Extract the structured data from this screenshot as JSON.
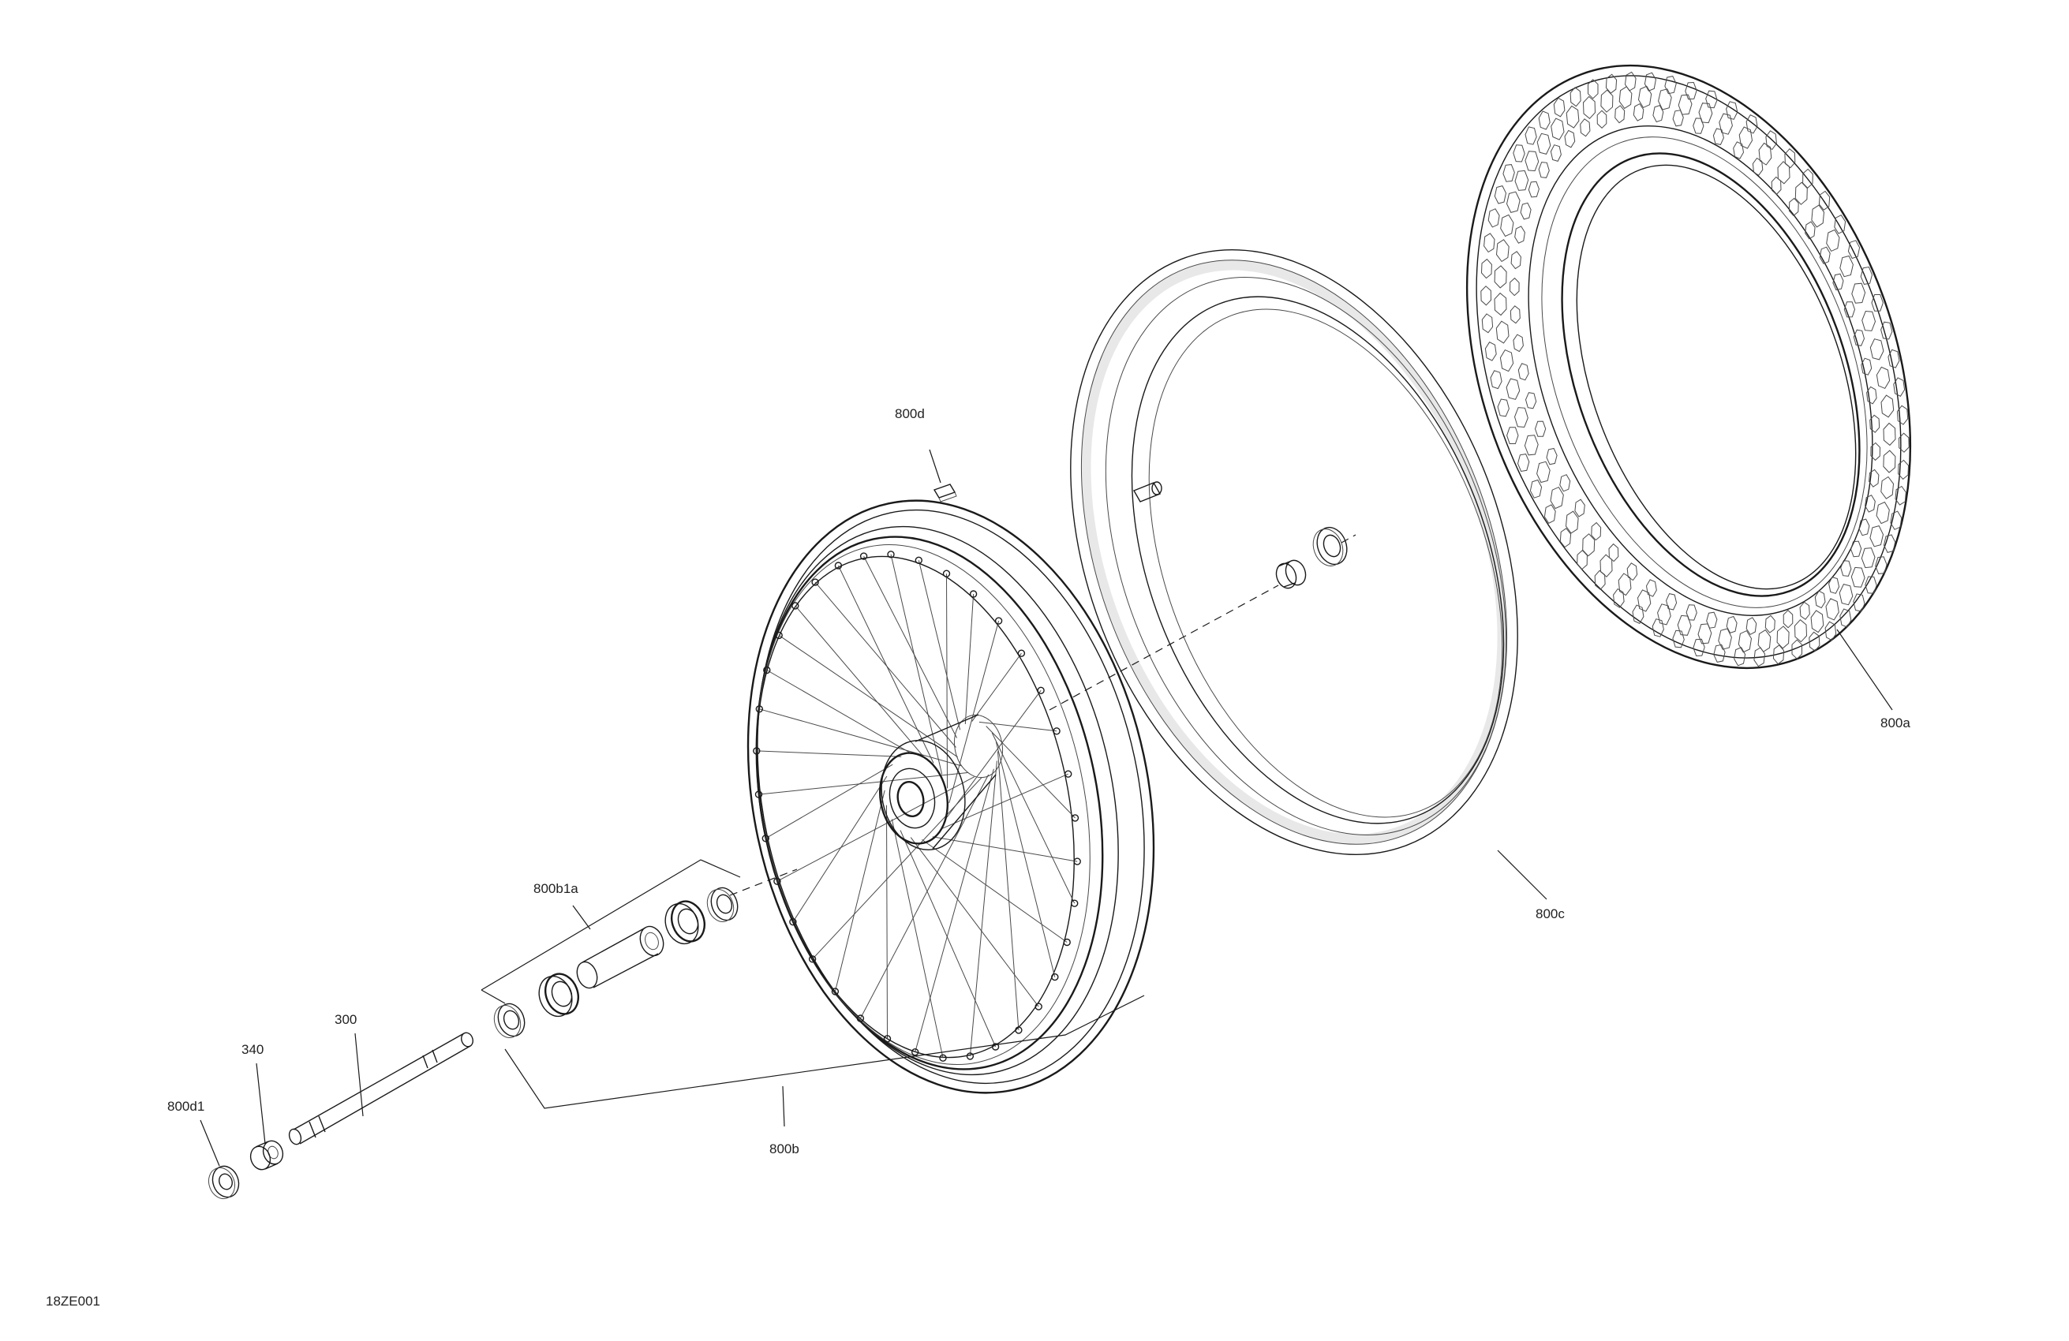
{
  "figure_code": "18ZE001",
  "callouts": {
    "tire": "800a",
    "wheel_assembly": "800b",
    "spacer_kit": "800b1a",
    "inner_tube": "800c",
    "valve_cap": "800d",
    "washer": "800d1",
    "axle": "300",
    "bushing": "340"
  },
  "colors": {
    "line": "#1a1a1a",
    "shade": "#e8e8e8",
    "background": "#ffffff"
  }
}
